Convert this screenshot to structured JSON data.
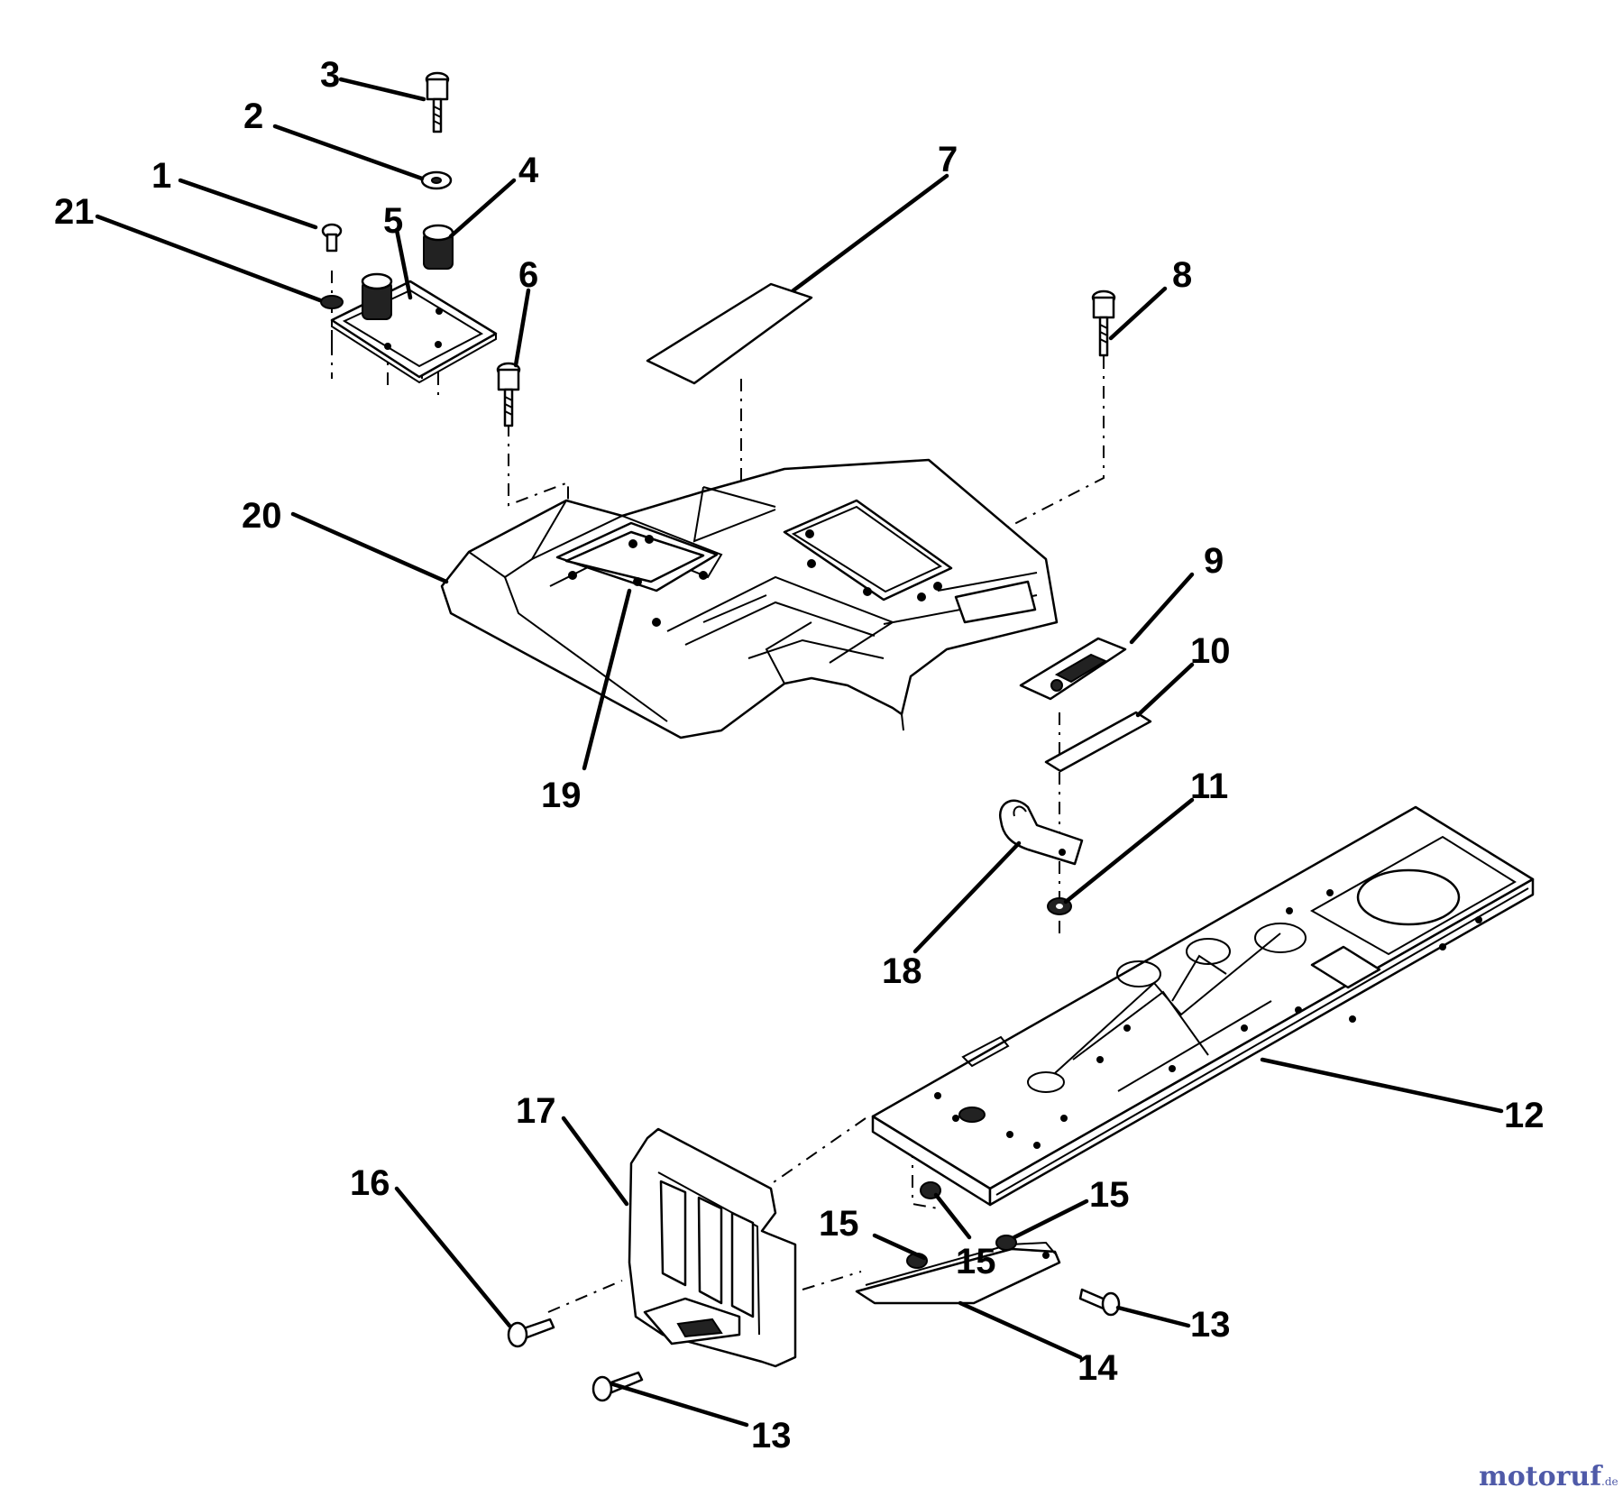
{
  "callouts": [
    "1",
    "2",
    "3",
    "4",
    "5",
    "6",
    "7",
    "8",
    "9",
    "10",
    "11",
    "12",
    "13",
    "13",
    "14",
    "15",
    "15",
    "15",
    "16",
    "17",
    "18",
    "19",
    "20",
    "21"
  ],
  "watermark": {
    "brand": "motoruf",
    "suffix": ".de",
    "color": "#4f5aa8"
  }
}
